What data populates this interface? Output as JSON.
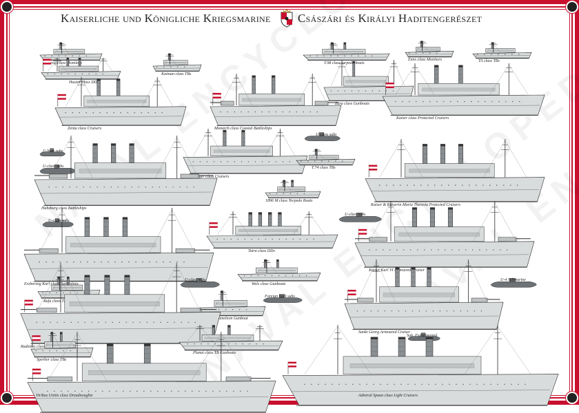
{
  "header": {
    "left_title": "Kaiserliche und Königliche Kriegsmarine",
    "right_title": "Császári és Királyi Haditengerészet"
  },
  "watermark": "NAVAL ENCYCLOPEDIA",
  "colors": {
    "frame": "#c8102e",
    "hull": "#d9dcdc",
    "hull_dark": "#6d7276",
    "outline": "#2a2a2a",
    "flag_red": "#c8102e"
  },
  "ships": [
    {
      "id": "bodrog",
      "label": "Bodrog class Monitors"
    },
    {
      "id": "huszar",
      "label": "Huszar class DDs"
    },
    {
      "id": "kaiman",
      "label": "Kaiman class TBs"
    },
    {
      "id": "t98",
      "label": "T.98 class torpedo boats"
    },
    {
      "id": "enns",
      "label": "Enns class Monitors"
    },
    {
      "id": "ta",
      "label": "TA class TBs"
    },
    {
      "id": "zenta",
      "label": "Zenta class Cruisers"
    },
    {
      "id": "monarch",
      "label": "Monarch class Coastal Battleships"
    },
    {
      "id": "zara",
      "label": "Zara class Gunboats"
    },
    {
      "id": "kaiser",
      "label": "Kaiser class Protected Cruisers"
    },
    {
      "id": "uboat1",
      "label": "U-boat subs"
    },
    {
      "id": "uboat2",
      "label": "U-class subs"
    },
    {
      "id": "tiger",
      "label": "Tiger class Cruisers"
    },
    {
      "id": "uboat3",
      "label": "U-class subs"
    },
    {
      "id": "t74",
      "label": "T.74 class TBs"
    },
    {
      "id": "kaiserin",
      "label": "Kaiser & Kaiserin Maria Theresia Protected Cruisers"
    },
    {
      "id": "habsburg",
      "label": "Habsburg class Battleships"
    },
    {
      "id": "torpedo1896",
      "label": "1896 M class Torpedo Boats"
    },
    {
      "id": "uboat4",
      "label": "U-class subs"
    },
    {
      "id": "tatra",
      "label": "Tatra class DDs"
    },
    {
      "id": "uboat5",
      "label": "U-class subs"
    },
    {
      "id": "karl_vi",
      "label": "Kaiser Karl VI Armoured Cruiser"
    },
    {
      "id": "erzherzog",
      "label": "Erzherzog Karl class Battleships"
    },
    {
      "id": "wels",
      "label": "Wels class Gunboats"
    },
    {
      "id": "uboat6",
      "label": "U-class subs"
    },
    {
      "id": "uboat7",
      "label": "Foreign built subs"
    },
    {
      "id": "u4",
      "label": "U-4 Submarine"
    },
    {
      "id": "rafa",
      "label": "Rafa class TBs"
    },
    {
      "id": "chameleon",
      "label": "Chameleon Gunboat"
    },
    {
      "id": "radetzky",
      "label": "Radetzky class Battleships"
    },
    {
      "id": "stgeorg",
      "label": "Sankt Georg Armoured Cruiser"
    },
    {
      "id": "sub_exp",
      "label": "Sub. Experimental"
    },
    {
      "id": "planet",
      "label": "Planet class TB Gunboats"
    },
    {
      "id": "sperber",
      "label": "Sperber class TBs"
    },
    {
      "id": "viribus",
      "label": "Viribus Unitis class Dreadnoughts"
    },
    {
      "id": "spaun",
      "label": "Admiral Spaun class Light Cruisers"
    }
  ]
}
